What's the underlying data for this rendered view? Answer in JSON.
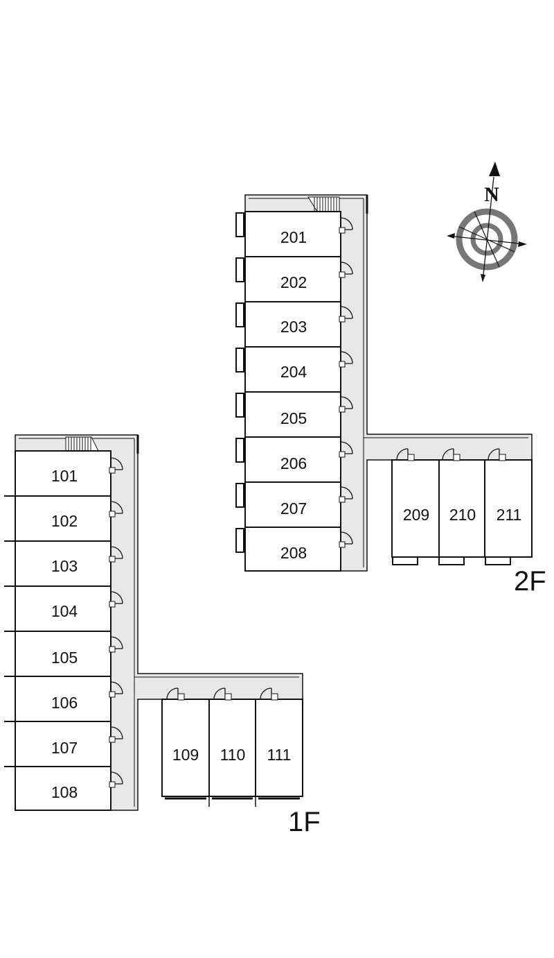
{
  "floors": [
    {
      "label": "1F",
      "column_units": [
        "101",
        "102",
        "103",
        "104",
        "105",
        "106",
        "107",
        "108"
      ],
      "row_units": [
        "109",
        "110",
        "111"
      ]
    },
    {
      "label": "2F",
      "column_units": [
        "201",
        "202",
        "203",
        "204",
        "205",
        "206",
        "207",
        "208"
      ],
      "row_units": [
        "209",
        "210",
        "211"
      ]
    }
  ],
  "compass": {
    "north_label": "N"
  },
  "colors": {
    "corridor": "#e8e8e8",
    "wall": "#111111",
    "ring": "#777777"
  }
}
